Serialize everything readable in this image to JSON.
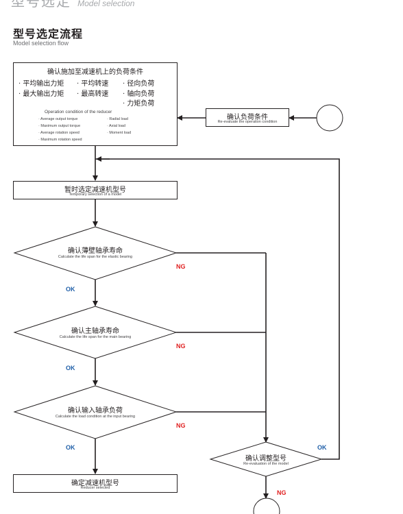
{
  "header": {
    "title_zh": "型号选定",
    "title_en": "Model selection"
  },
  "section": {
    "title": "型号选定流程",
    "subtitle": "Model selection flow"
  },
  "load_box": {
    "title": "确认施加至减速机上的负荷条件",
    "items_zh": [
      "· 平均输出力矩",
      "· 平均转速",
      "· 径向负荷",
      "· 最大输出力矩",
      "· 最高转速",
      "· 轴向负荷",
      "· 力矩负荷"
    ],
    "subtitle_en": "Operation condition of the reducer",
    "items_en": [
      "· Average output torque",
      "· Radial load",
      "· Maximum output torque",
      "· Axial load",
      "· Average rotation speed",
      "· Moment load",
      "· Maximum rotation speed"
    ]
  },
  "reconfirm_box": {
    "zh": "确认负荷条件",
    "en": "Re-evaluate the operation condition"
  },
  "temp_box": {
    "zh": "暂时选定减速机型号",
    "en": "Temporary selection of a model"
  },
  "decision1": {
    "zh": "确认薄壁轴承寿命",
    "en": "Calculate the life span for the elastic bearing"
  },
  "decision2": {
    "zh": "确认主轴承寿命",
    "en": "Calculate the life span for the main bearing"
  },
  "decision3": {
    "zh": "确认输入轴承负荷",
    "en": "Calculate the load condition at the input bearing"
  },
  "final_box": {
    "zh": "确定减速机型号",
    "en": "Reducer selected"
  },
  "reeval": {
    "zh": "确认调整型号",
    "en": "Re-evaluation of the model"
  },
  "labels": {
    "ok": "OK",
    "ng": "NG"
  }
}
